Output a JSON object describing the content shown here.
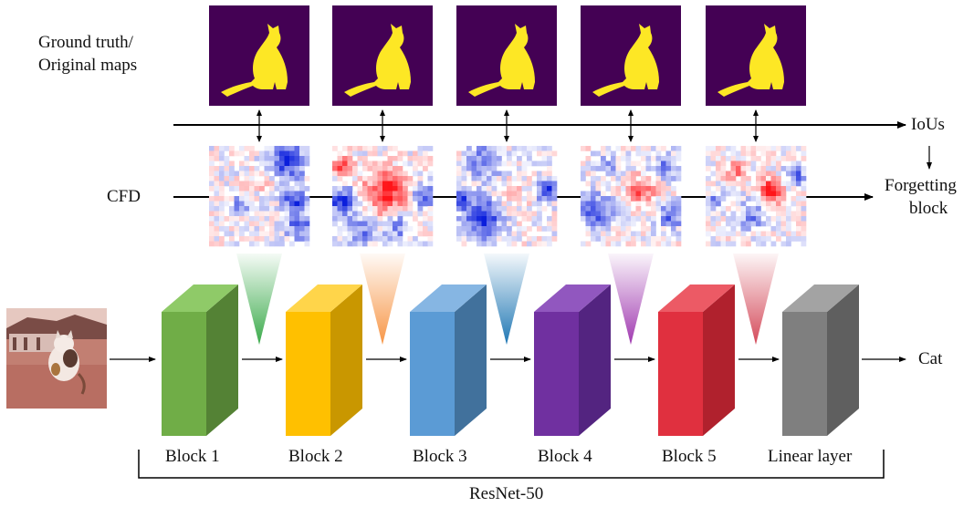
{
  "labels": {
    "ground_truth_line1": "Ground truth/",
    "ground_truth_line2": "Original maps",
    "cfd": "CFD",
    "ious": "IoUs",
    "forgetting_line1": "Forgetting",
    "forgetting_line2": "block",
    "output": "Cat",
    "network": "ResNet-50"
  },
  "blocks": [
    {
      "label": "Block 1",
      "front": "#70ad47",
      "side": "#548235",
      "top": "#8fca68"
    },
    {
      "label": "Block 2",
      "front": "#ffc000",
      "side": "#c99700",
      "top": "#ffd54a"
    },
    {
      "label": "Block 3",
      "front": "#5b9bd5",
      "side": "#41719c",
      "top": "#86b6e3"
    },
    {
      "label": "Block 4",
      "front": "#7030a0",
      "side": "#532480",
      "top": "#9157bf"
    },
    {
      "label": "Block 5",
      "front": "#e0303f",
      "side": "#b0212d",
      "top": "#ec5a65"
    },
    {
      "label": "Linear layer",
      "front": "#7f7f7f",
      "side": "#5f5f5f",
      "top": "#a3a3a3"
    }
  ],
  "funnel_colors": [
    "#3aaa4a",
    "#f79646",
    "#1f77b4",
    "#a03ab0",
    "#d44a5a"
  ],
  "colors": {
    "mask_background": "#440154",
    "mask_foreground": "#fde725",
    "heat_positive": "#c0001a",
    "heat_negative": "#0a1ecc"
  }
}
